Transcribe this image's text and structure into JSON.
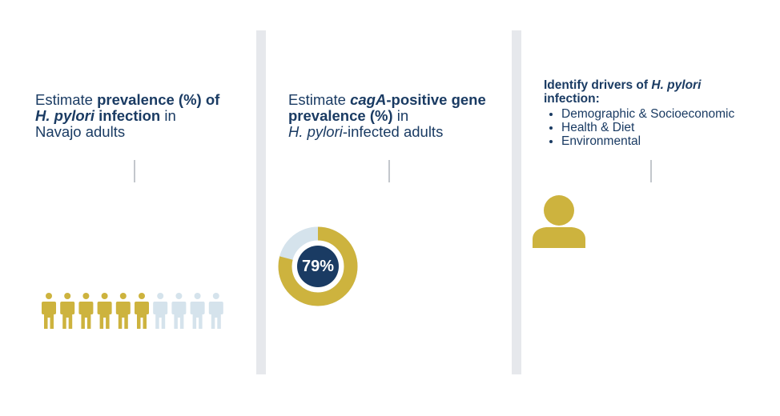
{
  "colors": {
    "navy": "#1a3b63",
    "gold": "#cdb33e",
    "light_blue": "#d5e3ec",
    "divider": "#e6e8ec"
  },
  "panel1": {
    "t1": "Estimate ",
    "t2": "prevalence (%) of",
    "t3": "H. pylori",
    "t4": " infection",
    "t5": " in",
    "t6": "Navajo adults",
    "people_total": 10,
    "people_highlighted": 6
  },
  "panel2": {
    "t1": "Estimate ",
    "t2": "cagA",
    "t3": "-positive gene",
    "t4": "prevalence (%)",
    "t5": " in",
    "t6": "H. pylori",
    "t7": "-infected adults",
    "donut_value": 79,
    "donut_label": "79%"
  },
  "panel3": {
    "h1": "Identify drivers of ",
    "h2": "H. pylori",
    "h3": "infection:",
    "items": [
      "Demographic & Socioeconomic",
      "Health & Diet",
      "Environmental"
    ],
    "icon": "person-icon"
  }
}
